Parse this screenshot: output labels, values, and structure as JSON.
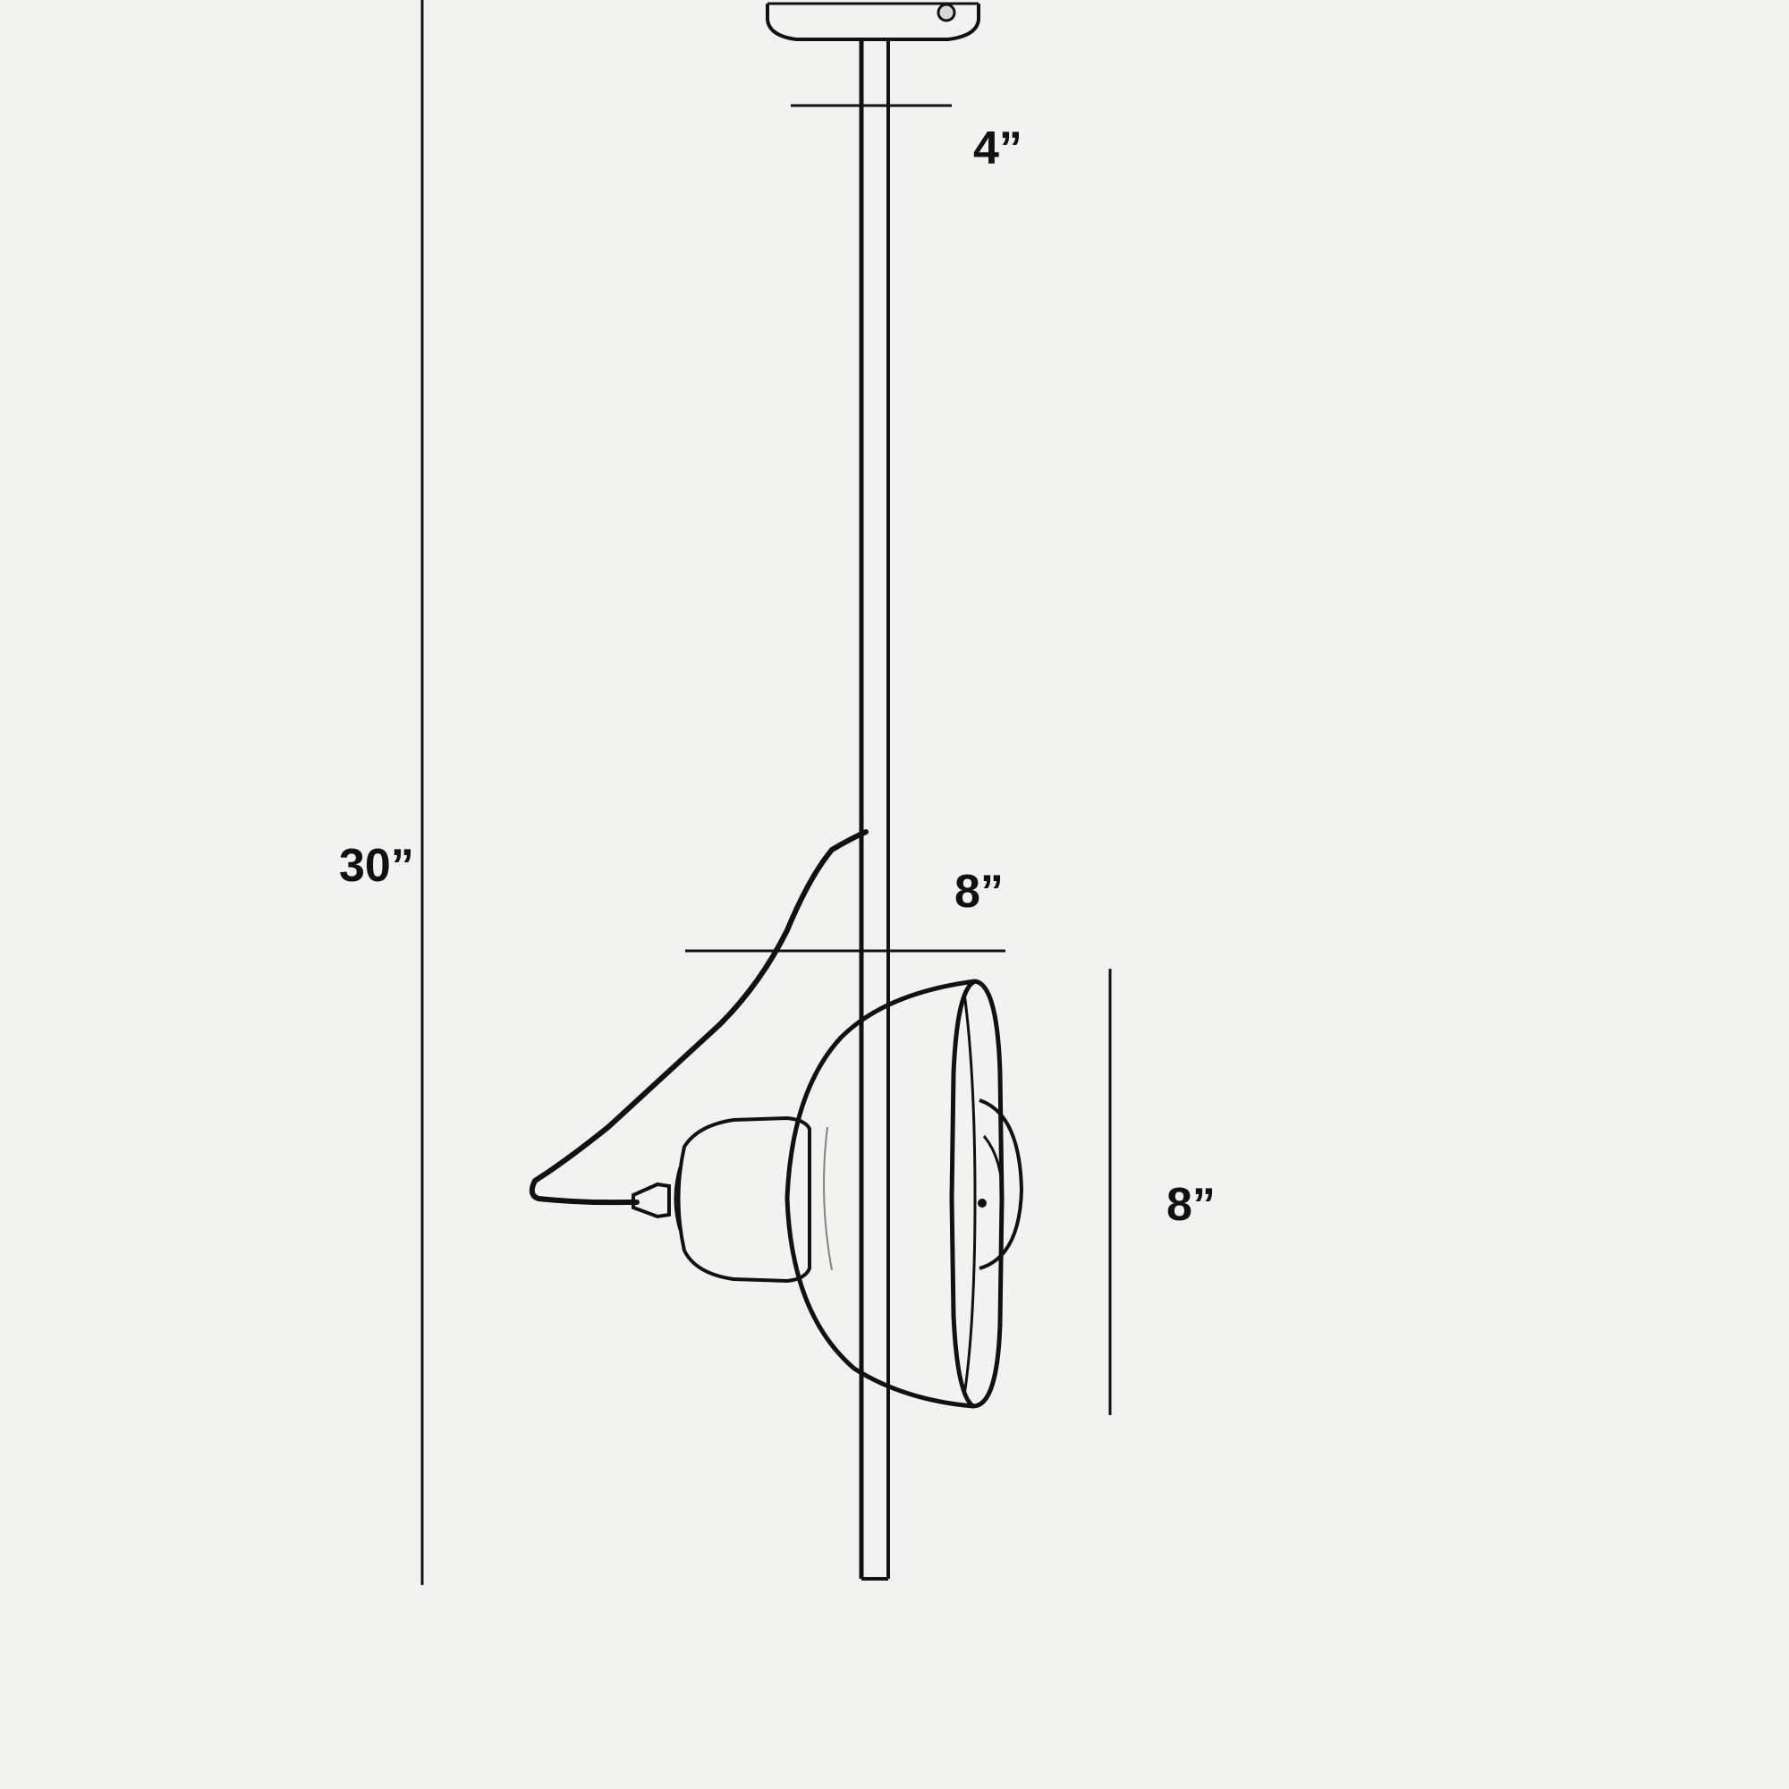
{
  "dimensions": {
    "rod_length": "4”",
    "total_height": "30”",
    "shade_width": "8”",
    "shade_height": "8”"
  },
  "colors": {
    "background": "#f2f2f0",
    "ink": "#111111"
  }
}
